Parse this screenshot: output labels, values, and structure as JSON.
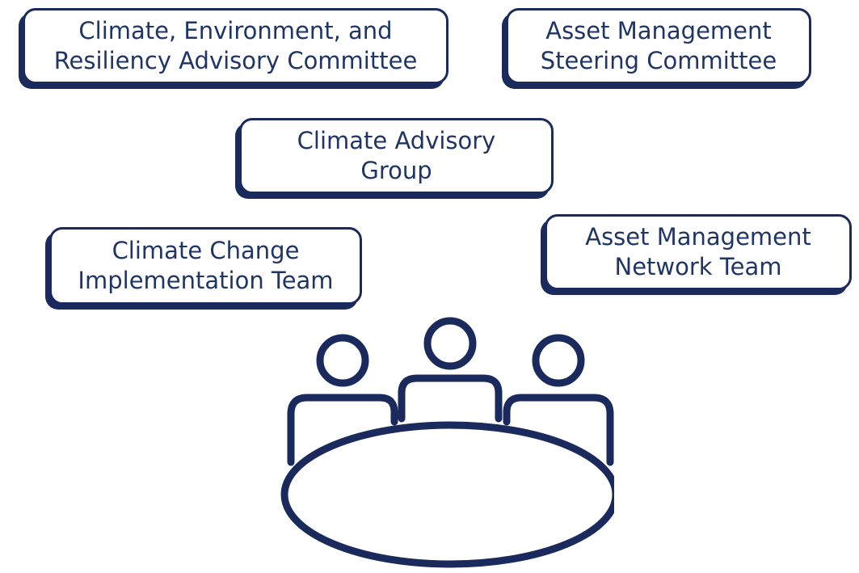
{
  "boxes": [
    {
      "line1": "Climate, Environment, and",
      "line2": "Resiliency Advisory Committee"
    },
    {
      "line1": "Asset Management",
      "line2": "Steering Committee"
    },
    {
      "line1": "Climate Advisory",
      "line2": "Group"
    },
    {
      "line1": "Climate Change",
      "line2": "Implementation Team"
    },
    {
      "line1": "Asset Management",
      "line2": "Network Team"
    }
  ],
  "icon": {
    "name": "meeting-table-icon",
    "color": "#1b2a5c"
  },
  "colors": {
    "border": "#1b2a5c",
    "text": "#1f3566"
  }
}
